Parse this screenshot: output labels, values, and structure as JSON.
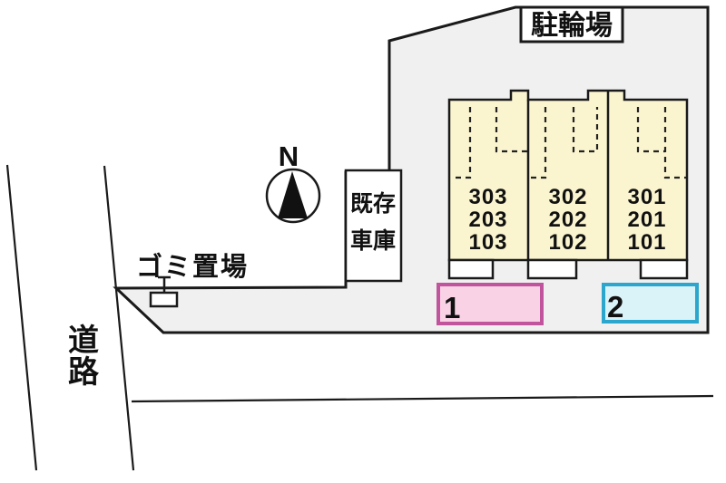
{
  "plan": {
    "bicycle_parking_label": "駐輪場",
    "existing_garage_lines": [
      "既存",
      "車庫"
    ],
    "garbage_place_label": "ゴミ置場",
    "road_label_chars": [
      "道",
      "路"
    ],
    "compass_label": "N",
    "site_fill": "#F0F0F0",
    "line_color": "#1A1A1A",
    "building": {
      "fill": "#FAF4CF",
      "units": [
        {
          "room_labels": [
            "303",
            "203",
            "103"
          ]
        },
        {
          "room_labels": [
            "302",
            "202",
            "102"
          ]
        },
        {
          "room_labels": [
            "301",
            "201",
            "101"
          ]
        }
      ]
    },
    "parking_spaces": [
      {
        "number": "1",
        "fill": "#F9D2E6",
        "border": "#C0559D"
      },
      {
        "number": "2",
        "fill": "#DAF3F9",
        "border": "#2CA6CD"
      }
    ]
  }
}
